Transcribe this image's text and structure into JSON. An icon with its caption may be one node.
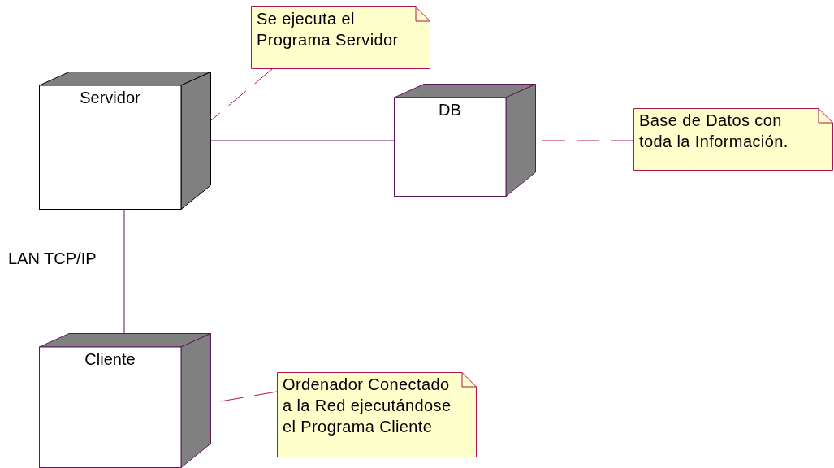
{
  "diagram": {
    "nodes": [
      {
        "text": [
          "Servidor"
        ]
      },
      {
        "text": [
          "Se ejecuta el Programa Servidor"
        ]
      },
      {
        "text": [
          "DB"
        ]
      },
      {
        "text": [
          "Base de Datos con toda la Información."
        ]
      },
      {
        "text": [
          "Cliente"
        ]
      },
      {
        "text": [
          "Ordenador Conectado a la Red ejecutándose el Programa Cliente"
        ]
      }
    ],
    "edges": [
      {
        "from": 0,
        "to": 2,
        "arrow": "none",
        "color": "#5a1a5a"
      },
      {
        "from": 1,
        "to": 0,
        "arrow": "none",
        "style": "dashed",
        "color": "#b0124e"
      },
      {
        "from": 3,
        "to": 2,
        "arrow": "none",
        "style": "dashed",
        "color": "#b0124e"
      },
      {
        "from": 0,
        "to": 4,
        "arrow": "none",
        "label": "LAN TCP/IP",
        "color": "#5a1a5a"
      },
      {
        "from": 5,
        "to": 4,
        "arrow": "none",
        "style": "dashed",
        "color": "#b0124e"
      }
    ]
  }
}
